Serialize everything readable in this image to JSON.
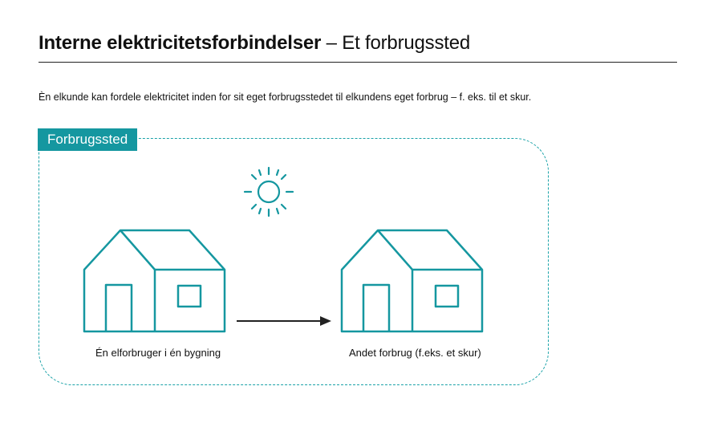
{
  "header": {
    "title_bold": "Interne elektricitetsforbindelser",
    "title_rest": "– Et forbrugssted"
  },
  "intro": "Èn elkunde kan fordele elektricitet inden for sit eget forbrugsstedet til elkundens eget forbrug – f. eks. til et skur.",
  "diagram": {
    "badge": "Forbrugssted",
    "caption_left": "Én elforbruger i én bygning",
    "caption_right": "Andet forbrug (f.eks. et skur)",
    "icons": [
      "sun-icon",
      "house-icon",
      "house-icon",
      "arrow-right-icon"
    ]
  },
  "colors": {
    "teal": "#1597a0",
    "line": "#222222"
  }
}
